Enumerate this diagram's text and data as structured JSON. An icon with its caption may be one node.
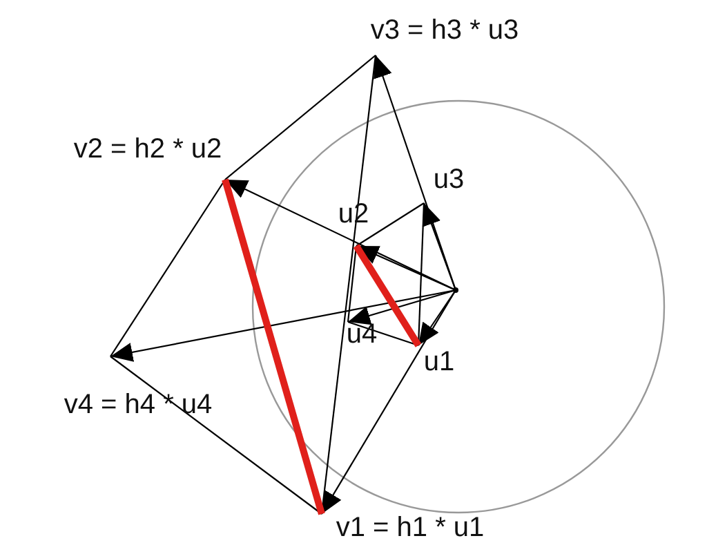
{
  "diagram": {
    "nodes": [
      {
        "text": [
          "v3 = h3 * u3"
        ]
      },
      {
        "text": [
          "v2 = h2 * u2"
        ]
      },
      {
        "text": [
          "u3"
        ]
      },
      {
        "text": [
          "u2"
        ]
      },
      {
        "text": [
          "u4"
        ]
      },
      {
        "text": [
          "u1"
        ]
      },
      {
        "text": [
          "v4 = h4 * u4"
        ]
      },
      {
        "text": [
          "v1 = h1 * u1"
        ]
      },
      {
        "text": [],
        "shape": "point"
      }
    ],
    "edges": [
      {
        "from": 8,
        "to": 5,
        "arrow": "to"
      },
      {
        "from": 8,
        "to": 3,
        "arrow": "to"
      },
      {
        "from": 8,
        "to": 2,
        "arrow": "to"
      },
      {
        "from": 8,
        "to": 4,
        "arrow": "to"
      },
      {
        "from": 8,
        "to": 7,
        "arrow": "to"
      },
      {
        "from": 8,
        "to": 1,
        "arrow": "to"
      },
      {
        "from": 8,
        "to": 0,
        "arrow": "to"
      },
      {
        "from": 8,
        "to": 6,
        "arrow": "to"
      },
      {
        "from": 5,
        "to": 4,
        "arrow": "none"
      },
      {
        "from": 4,
        "to": 3,
        "arrow": "none"
      },
      {
        "from": 3,
        "to": 2,
        "arrow": "none"
      },
      {
        "from": 2,
        "to": 5,
        "arrow": "none"
      },
      {
        "from": 7,
        "to": 6,
        "arrow": "none"
      },
      {
        "from": 6,
        "to": 1,
        "arrow": "none"
      },
      {
        "from": 1,
        "to": 0,
        "arrow": "none"
      },
      {
        "from": 0,
        "to": 7,
        "arrow": "none"
      },
      {
        "from": 3,
        "to": 5,
        "arrow": "none",
        "style": "thick",
        "color": "#e0201b"
      },
      {
        "from": 1,
        "to": 7,
        "arrow": "none",
        "style": "thick",
        "color": "#e0201b"
      }
    ]
  }
}
